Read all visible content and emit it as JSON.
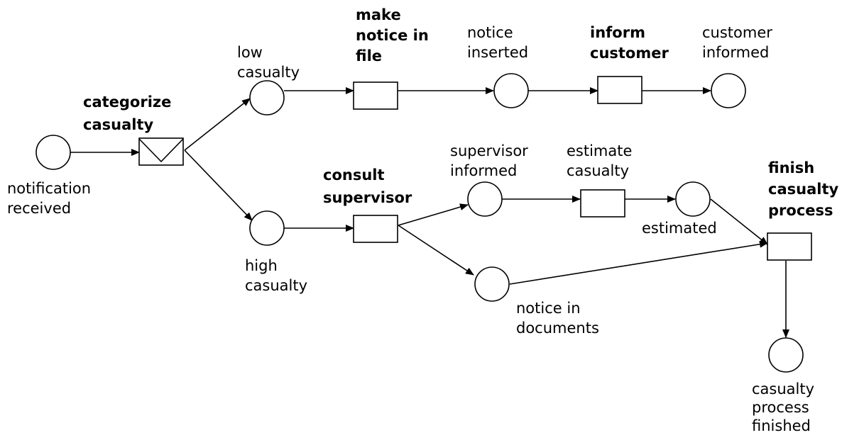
{
  "places": {
    "notification_received": [
      "notification",
      "received"
    ],
    "low_casualty": [
      "low",
      "casualty"
    ],
    "high_casualty": [
      "high",
      "casualty"
    ],
    "notice_inserted": [
      "notice",
      "inserted"
    ],
    "customer_informed": [
      "customer",
      "informed"
    ],
    "supervisor_informed": [
      "supervisor",
      "informed"
    ],
    "estimated": [
      "estimated"
    ],
    "notice_in_documents": [
      "notice in",
      "documents"
    ],
    "casualty_process_finished": [
      "casualty",
      "process",
      "finished"
    ]
  },
  "transitions": {
    "categorize_casualty": [
      "categorize",
      "casualty"
    ],
    "make_notice_in_file": [
      "make",
      "notice in",
      "file"
    ],
    "inform_customer": [
      "inform",
      "customer"
    ],
    "consult_supervisor": [
      "consult",
      "supervisor"
    ],
    "estimate_casualty": [
      "estimate",
      "casualty"
    ],
    "finish_casualty_process": [
      "finish",
      "casualty",
      "process"
    ]
  }
}
